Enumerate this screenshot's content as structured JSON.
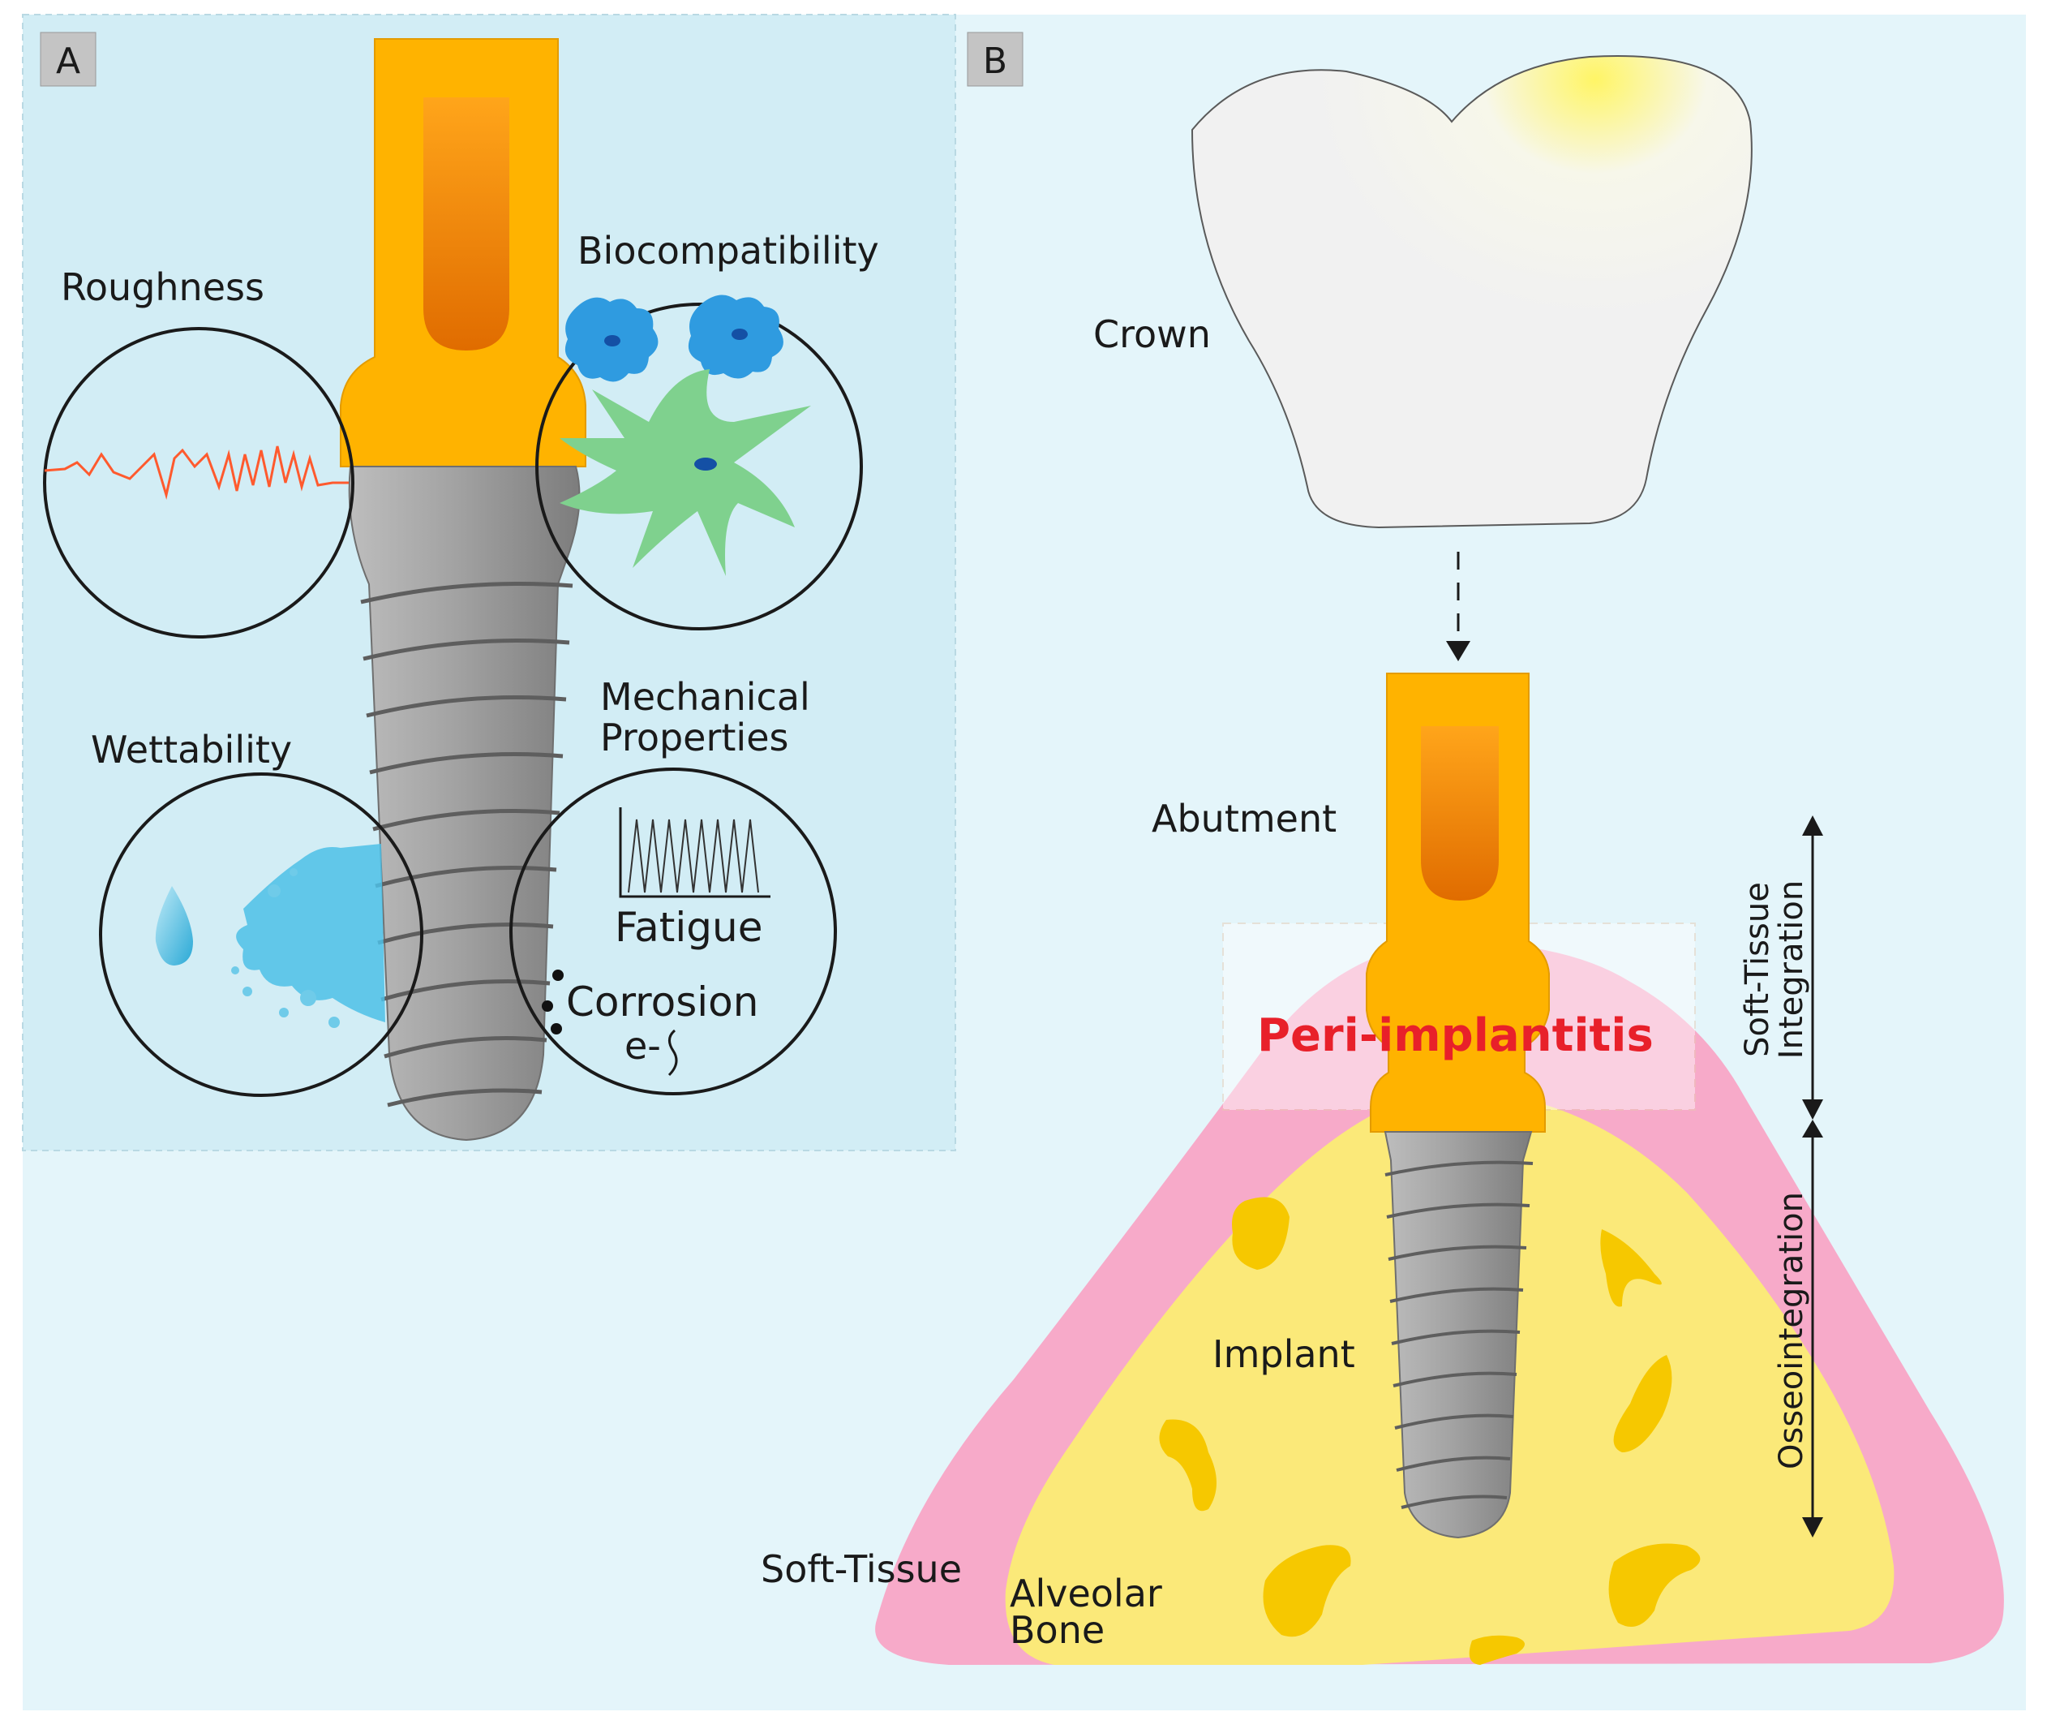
{
  "panel_a": {
    "tag": "A",
    "labels": {
      "roughness": "Roughness",
      "biocompatibility": "Biocompatibility",
      "mechanical_1": "Mechanical",
      "mechanical_2": "Properties",
      "wettability": "Wettability",
      "fatigue": "Fatigue",
      "corrosion": "Corrosion",
      "electron": "e-"
    }
  },
  "panel_b": {
    "tag": "B",
    "labels": {
      "crown": "Crown",
      "abutment": "Abutment",
      "peri_implantitis": "Peri-implantitis",
      "implant": "Implant",
      "soft_tissue": "Soft-Tissue",
      "alveolar_1": "Alveolar",
      "alveolar_2": "Bone",
      "soft_tissue_integration_1": "Soft-Tissue",
      "soft_tissue_integration_2": "Integration",
      "osseointegration": "Osseointegration"
    }
  },
  "colors": {
    "panel_bg": "#d5eff6",
    "abutment": "#ffb300",
    "implant_metal": "#9e9e9e",
    "gum_pink": "#f7aac9",
    "bone_yellow": "#fbe979",
    "bone_pores": "#f6c800",
    "peri_implantitis": "#e8202a"
  }
}
